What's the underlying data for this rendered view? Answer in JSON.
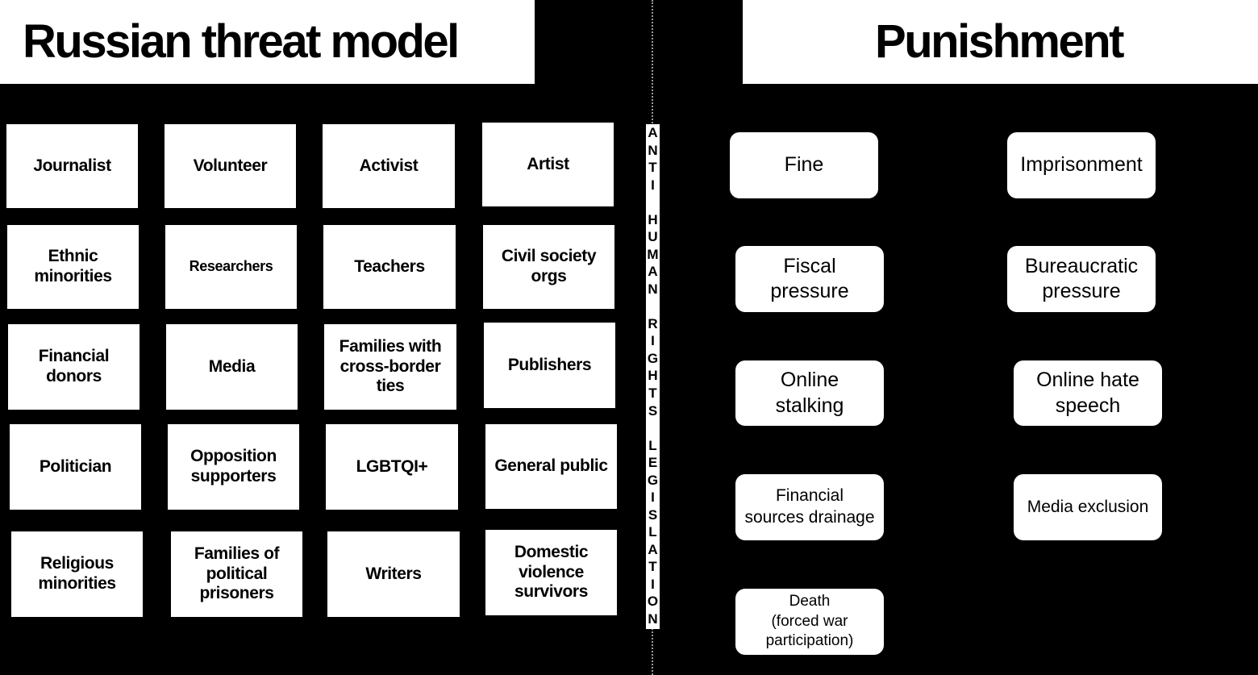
{
  "left_title": "Russian threat model",
  "right_title": "Punishment",
  "vertical_label": [
    "A",
    "N",
    "T",
    "I",
    "",
    "H",
    "U",
    "M",
    "A",
    "N",
    "",
    "R",
    "I",
    "G",
    "H",
    "T",
    "S",
    "",
    "L",
    "E",
    "G",
    "I",
    "S",
    "L",
    "A",
    "T",
    "I",
    "O",
    "N"
  ],
  "threat_groups": [
    "Journalist",
    "Volunteer",
    "Activist",
    "Artist",
    "Ethnic minorities",
    "Researchers",
    "Teachers",
    "Civil society orgs",
    "Financial donors",
    "Media",
    "Families with cross-border ties",
    "Publishers",
    "Politician",
    "Opposition supporters",
    "LGBTQI+",
    "General public",
    "Religious minorities",
    "Families of political prisoners",
    "Writers",
    "Domestic violence survivors"
  ],
  "punishments": [
    "Fine",
    "Imprisonment",
    "Fiscal\npressure",
    "Bureaucratic\npressure",
    "Online\nstalking",
    "Online hate\nspeech",
    "Financial\nsources drainage",
    "Media exclusion",
    "Death\n(forced war\nparticipation)"
  ]
}
